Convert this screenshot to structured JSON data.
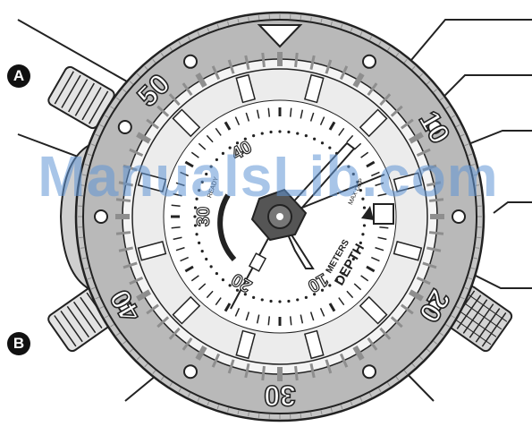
{
  "markers": {
    "a": "A",
    "b": "B"
  },
  "watermark": "ManualsLib.com",
  "bezel": {
    "numerals": [
      {
        "text": "50",
        "angle": 315
      },
      {
        "text": "10",
        "angle": 60
      },
      {
        "text": "40",
        "angle": 240
      },
      {
        "text": "20",
        "angle": 120
      },
      {
        "text": "30",
        "angle": 180
      }
    ]
  },
  "dial": {
    "subdial_numbers": [
      {
        "text": "40",
        "angle": 330
      },
      {
        "text": "30",
        "angle": 270
      },
      {
        "text": "20",
        "angle": 210
      },
      {
        "text": "10",
        "angle": 150
      }
    ],
    "depth_label": "DEPTH",
    "meters_label": "METERS",
    "small_label_left": "READY",
    "small_label_right": "MAX DEP"
  },
  "colors": {
    "ink": "#222222",
    "bezel": "#b9b9b9",
    "bezel_dark": "#8e8e8e",
    "dial": "#ececec",
    "ring": "#d6d6d6",
    "watermark": "#6096d6"
  }
}
